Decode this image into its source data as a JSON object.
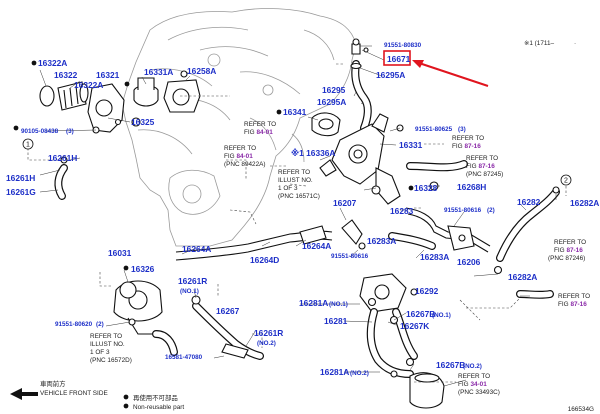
{
  "corner_note": "※1 (1711–",
  "corner_tail": "·",
  "figure_code": "166534G",
  "legend": {
    "direction_ja": "車両前方",
    "direction_en": "VEHICLE FRONT SIDE",
    "reuse_ja": "再使用不可部品",
    "reuse_en": "Non-reusable part"
  },
  "highlight_color": "#e0141e",
  "callouts": {
    "c91551_80830": "91551-80830",
    "c16671": "16671",
    "c16295A_top": "16295A",
    "c16295": "16295",
    "c16295A_mid": "16295A",
    "c16322A": "16322A",
    "c16322": "16322",
    "c16321": "16321",
    "c16322A_b": "16322A",
    "c16331A": "16331A",
    "c16258A": "16258A",
    "c16325": "16325",
    "c90105": "90105-08438",
    "c90105_qty": "(3)",
    "c16341": "16341",
    "c91551_80625": "91551-80625",
    "c91551_80625_qty": "(3)",
    "c16331": "16331",
    "c16336A": "※1 16336A",
    "c16261H_top": "16261H",
    "c16261H": "16261H",
    "c16261G": "16261G",
    "c16328": "16328",
    "c16268H": "16268H",
    "c16207": "16207",
    "c16283": "16283",
    "c91551_80616_r": "91551-80616",
    "c91551_80616_r_qty": "(2)",
    "c16282": "16282",
    "c16282A_top": "16282A",
    "c16031": "16031",
    "c16326": "16326",
    "c16264A_l": "16264A",
    "c16264D": "16264D",
    "c16264A_r": "16264A",
    "c16283A_mid": "16283A",
    "c91551_80616_m": "91551-80616",
    "c16283A": "16283A",
    "c16206": "16206",
    "c16282A_bot": "16282A",
    "c16261R": "16261R",
    "c16261R_no1": "(NO.1)",
    "c16292": "16292",
    "c16281A_top": "16281A",
    "c16281A_top_no": "(NO.1)",
    "c16267B_top": "16267B",
    "c16267B_top_no": "(NO.1)",
    "c91551_80620": "91551-80620",
    "c91551_80620_qty": "(2)",
    "c16267": "16267",
    "c16281": "16281",
    "c16267K": "16267K",
    "c16261R_b": "16261R",
    "c16261R_no2": "(NO.2)",
    "c16581": "16581-47080",
    "c16267B_bot": "16267B",
    "c16267B_bot_no": "(NO.2)",
    "c16281A_bot": "16281A",
    "c16281A_bot_no": "(NO.2)",
    "circle_1": "1",
    "circle_2": "2"
  },
  "refs": [
    {
      "l1": "REFER TO",
      "l2_pre": "FIG ",
      "link": "84-01",
      "l3": ""
    },
    {
      "l1": "REFER TO",
      "l2_pre": "FIG ",
      "link": "84-01",
      "l3": "(PNC 89422A)"
    },
    {
      "l1": "REFER TO",
      "l2_pre": "FIG ",
      "link": "87-16",
      "l3": ""
    },
    {
      "l1": "REFER TO",
      "l2_pre": "FIG ",
      "link": "87-16",
      "l3": "(PNC 87245)"
    },
    {
      "l1": "REFER TO",
      "l2_pre": "ILLUST NO.",
      "link": "",
      "l3": "1 OF 3",
      "l4": "(PNC 16571C)"
    },
    {
      "l1": "REFER TO",
      "l2_pre": "FIG ",
      "link": "87-16",
      "l3": "(PNC 87246)"
    },
    {
      "l1": "REFER TO",
      "l2_pre": "FIG ",
      "link": "87-16",
      "l3": ""
    },
    {
      "l1": "REFER TO",
      "l2_pre": "ILLUST NO.",
      "link": "",
      "l3": "1 OF 3",
      "l4": "(PNC 16572D)"
    },
    {
      "l1": "REFER TO",
      "l2_pre": "FIG ",
      "link": "34-01",
      "l3": "(PNC 33493C)"
    }
  ]
}
